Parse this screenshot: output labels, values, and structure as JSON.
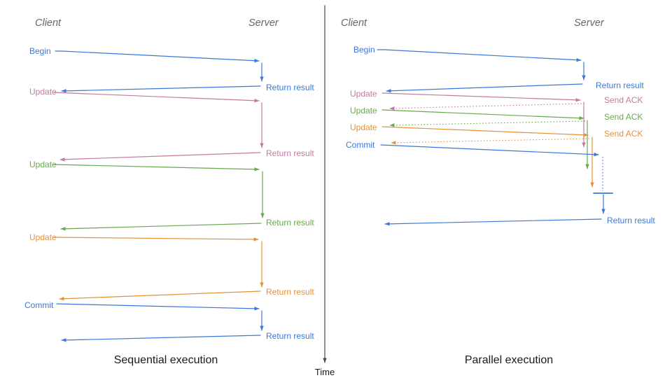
{
  "colors": {
    "blue": "#3c78d8",
    "pink": "#c27ba0",
    "green": "#6aa84f",
    "orange": "#e69138",
    "gray": "#666666",
    "dark": "#4a4a4a",
    "black": "#1a1a1a"
  },
  "time_axis": {
    "label": "Time"
  },
  "left_panel": {
    "caption": "Sequential execution",
    "client_header": "Client",
    "server_header": "Server",
    "messages": [
      {
        "label": "Begin",
        "response": "Return result",
        "color": "blue"
      },
      {
        "label": "Update",
        "response": "Return result",
        "color": "pink"
      },
      {
        "label": "Update",
        "response": "Return result",
        "color": "green"
      },
      {
        "label": "Update",
        "response": "Return result",
        "color": "orange"
      },
      {
        "label": "Commit",
        "response": "Return result",
        "color": "blue"
      }
    ]
  },
  "right_panel": {
    "caption": "Parallel execution",
    "client_header": "Client",
    "server_header": "Server",
    "messages": [
      {
        "label": "Begin",
        "response": "Return result",
        "color": "blue"
      },
      {
        "label": "Update",
        "response": "Send ACK",
        "color": "pink"
      },
      {
        "label": "Update",
        "response": "Send ACK",
        "color": "green"
      },
      {
        "label": "Update",
        "response": "Send ACK",
        "color": "orange"
      },
      {
        "label": "Commit",
        "response": "Return result",
        "color": "blue"
      }
    ]
  }
}
